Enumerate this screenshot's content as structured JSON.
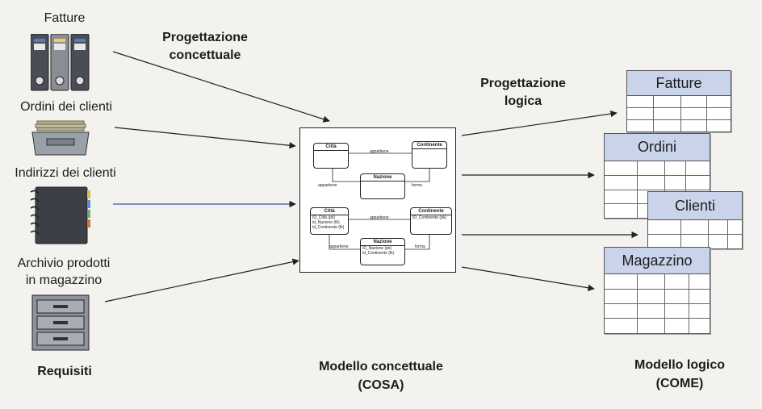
{
  "sources": {
    "fatture": "Fatture",
    "ordini": "Ordini dei clienti",
    "indirizzi": "Indirizzi dei clienti",
    "archivio_line1": "Archivio prodotti",
    "archivio_line2": "in magazzino",
    "requisiti": "Requisiti"
  },
  "phases": {
    "concettuale_line1": "Progettazione",
    "concettuale_line2": "concettuale",
    "logica_line1": "Progettazione",
    "logica_line2": "logica"
  },
  "models": {
    "concettuale_line1": "Modello concettuale",
    "concettuale_line2": "(COSA)",
    "logico_line1": "Modello logico",
    "logico_line2": "(COME)"
  },
  "tables": {
    "fatture": "Fatture",
    "ordini": "Ordini",
    "clienti": "Clienti",
    "magazzino": "Magazzino"
  },
  "er": {
    "top": {
      "citta": "Città",
      "continente": "Continente",
      "nazione": "Nazione",
      "appartiene1": "appartiene",
      "appartiene2": "appartiene",
      "forma": "forma"
    },
    "bottom": {
      "citta": "Città",
      "citta_attr1": "ID_Città (pk)",
      "citta_attr2": "id_Nazione (fk)",
      "citta_attr3": "id_Continente (fk)",
      "continente": "Continente",
      "continente_attr1": "ID_Continente (pk)",
      "nazione": "Nazione",
      "nazione_attr1": "ID_Nazione (pk)",
      "nazione_attr2": "id_Continente (fk)",
      "appartiene1": "appartiene",
      "appartiene2": "appartiene",
      "forma": "forma"
    }
  },
  "colors": {
    "table_header": "#c9d3ea",
    "binder_gray": "#4a4d55",
    "binder_light": "#8a8d94"
  },
  "icons": [
    "binder-icon",
    "tray-icon",
    "address-book-icon",
    "filing-cabinet-icon"
  ]
}
